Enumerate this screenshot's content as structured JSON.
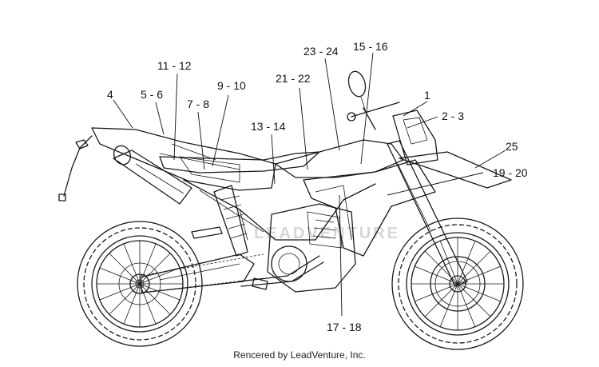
{
  "callouts": {
    "c1": "1",
    "c2_3": "2 - 3",
    "c4": "4",
    "c5_6": "5 - 6",
    "c7_8": "7 - 8",
    "c9_10": "9 - 10",
    "c11_12": "11 - 12",
    "c13_14": "13 - 14",
    "c15_16": "15 - 16",
    "c17_18": "17 - 18",
    "c19_20": "19 - 20",
    "c21_22": "21 - 22",
    "c23_24": "23 - 24",
    "c25": "25"
  },
  "watermark": "LEADVENTURE",
  "credit": "Rencered by LeadVenture, Inc."
}
